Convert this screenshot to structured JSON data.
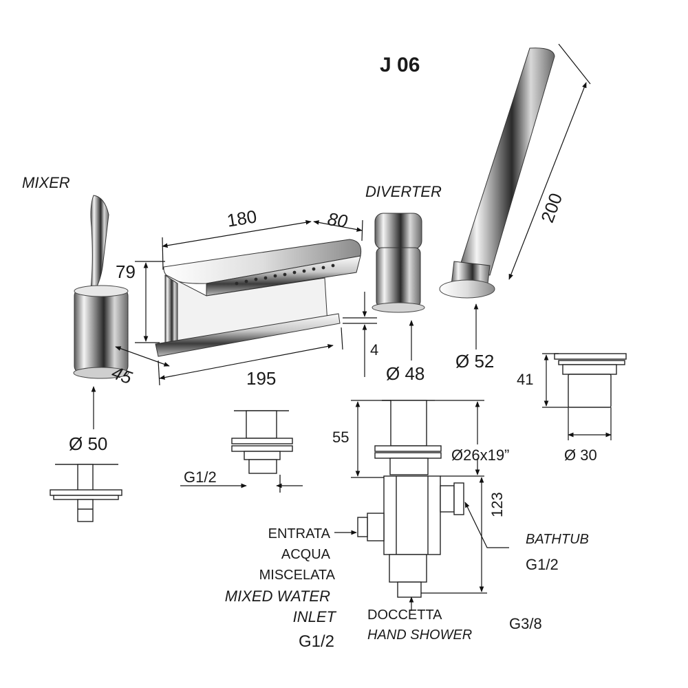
{
  "title": "J 06",
  "components": {
    "mixer": "MIXER",
    "diverter": "DIVERTER"
  },
  "dimensions": {
    "spout_length": "180",
    "spout_overhang": "80",
    "spout_height": "79",
    "spout_depth": "45",
    "spout_base": "195",
    "spout_gap": "4",
    "mixer_diameter": "Ø 50",
    "diverter_diameter": "Ø 48",
    "shower_holder_diameter": "Ø 52",
    "hand_shower_length": "200",
    "holder_body_height": "41",
    "holder_body_diameter": "Ø 30",
    "spout_connection": "G1/2",
    "diverter_depth": "55",
    "diverter_thread": "Ø26x19”",
    "diverter_body_height": "123"
  },
  "connections": {
    "inlet_it_1": "ENTRATA",
    "inlet_it_2": "ACQUA",
    "inlet_it_3": "MISCELATA",
    "inlet_en_1": "MIXED WATER",
    "inlet_en_2": "INLET",
    "inlet_thread": "G1/2",
    "bathtub": "BATHTUB",
    "bathtub_thread": "G1/2",
    "shower_it": "DOCCETTA",
    "shower_en": "HAND SHOWER",
    "shower_thread": "G3/8"
  }
}
